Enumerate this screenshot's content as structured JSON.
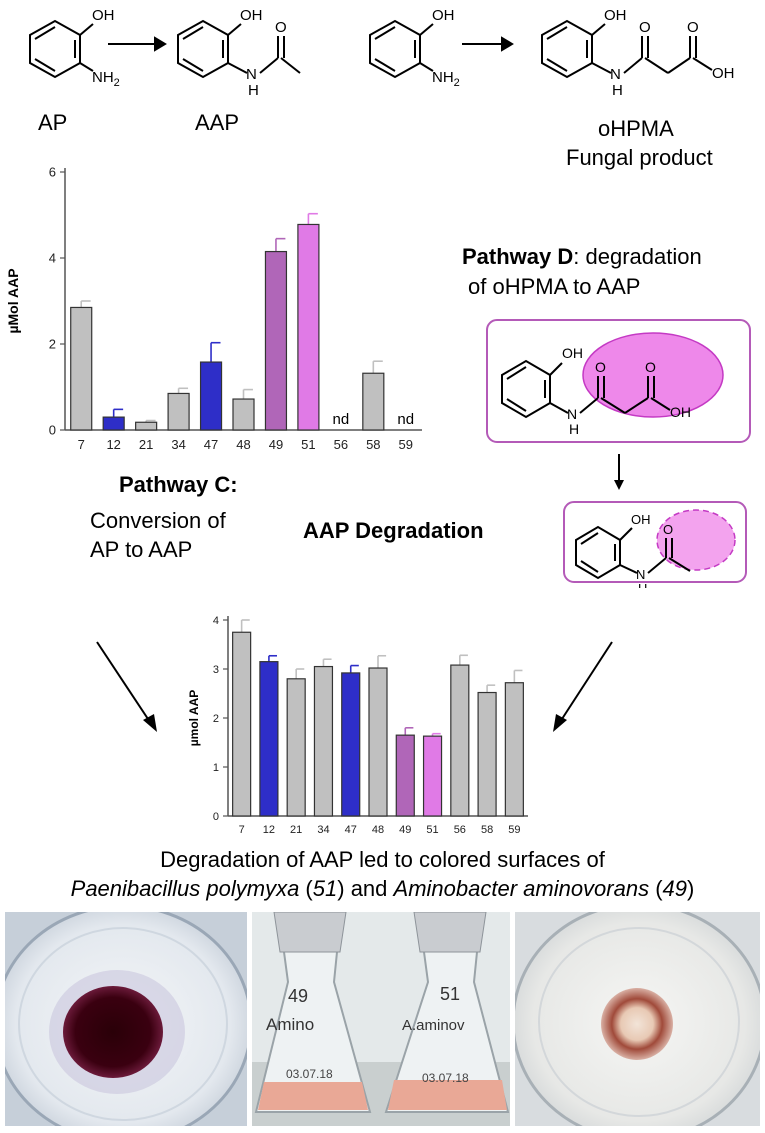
{
  "schemes": {
    "ap": "AP",
    "aap": "AAP",
    "ohpma": "oHPMA",
    "fungal": "Fungal product",
    "atoms": {
      "oh": "OH",
      "nh2": "NH2",
      "nh2_base": "NH",
      "nh2_sub": "2",
      "h": "H",
      "o": "O"
    }
  },
  "pathway_d": {
    "title": "Pathway D",
    "rest": ": degradation",
    "line2": "of oHPMA to AAP"
  },
  "pathway_c": {
    "title": "Pathway C:",
    "line1": "Conversion of",
    "line2": "AP to AAP"
  },
  "aap_degradation": "AAP Degradation",
  "caption": {
    "line1": "Degradation of AAP led to colored surfaces of",
    "org1": "Paenibacillus polymyxa",
    "num1": "51",
    "and": " and ",
    "org2": "Aminobacter aminovorans",
    "num2": "49"
  },
  "flask_labels": {
    "left_num": "49",
    "left_text": "Amino",
    "right_num": "51",
    "right_text": "A.aminov",
    "left_date": "03.07.18",
    "right_date": "03.07.18"
  },
  "chart_data": [
    {
      "type": "bar",
      "ylabel": "µMol AAP",
      "ylim": [
        0,
        6
      ],
      "yticks": [
        0,
        2,
        4,
        6
      ],
      "categories": [
        "7",
        "12",
        "21",
        "34",
        "47",
        "48",
        "49",
        "51",
        "56",
        "58",
        "59"
      ],
      "values": [
        2.85,
        0.3,
        0.18,
        0.85,
        1.58,
        0.72,
        4.15,
        4.78,
        null,
        1.32,
        null
      ],
      "errors": [
        0.15,
        0.18,
        0.04,
        0.12,
        0.45,
        0.22,
        0.3,
        0.25,
        null,
        0.28,
        null
      ],
      "colors": [
        "#c0c0c0",
        "#2e2ec8",
        "#c0c0c0",
        "#c0c0c0",
        "#2e2ec8",
        "#c0c0c0",
        "#b066b8",
        "#e07ae6",
        "#c0c0c0",
        "#c0c0c0",
        "#c0c0c0"
      ],
      "nd_label": "nd"
    },
    {
      "type": "bar",
      "ylabel": "µmol AAP",
      "ylim": [
        0,
        4
      ],
      "yticks": [
        0,
        1,
        2,
        3,
        4
      ],
      "categories": [
        "7",
        "12",
        "21",
        "34",
        "47",
        "48",
        "49",
        "51",
        "56",
        "58",
        "59"
      ],
      "values": [
        3.75,
        3.15,
        2.8,
        3.05,
        2.92,
        3.02,
        1.65,
        1.63,
        3.08,
        2.52,
        2.72
      ],
      "errors": [
        0.25,
        0.12,
        0.2,
        0.15,
        0.15,
        0.25,
        0.15,
        0.05,
        0.2,
        0.15,
        0.25
      ],
      "colors": [
        "#c0c0c0",
        "#2e2ec8",
        "#c0c0c0",
        "#c0c0c0",
        "#2e2ec8",
        "#c0c0c0",
        "#b066b8",
        "#e07ae6",
        "#c0c0c0",
        "#c0c0c0",
        "#c0c0c0"
      ]
    }
  ]
}
